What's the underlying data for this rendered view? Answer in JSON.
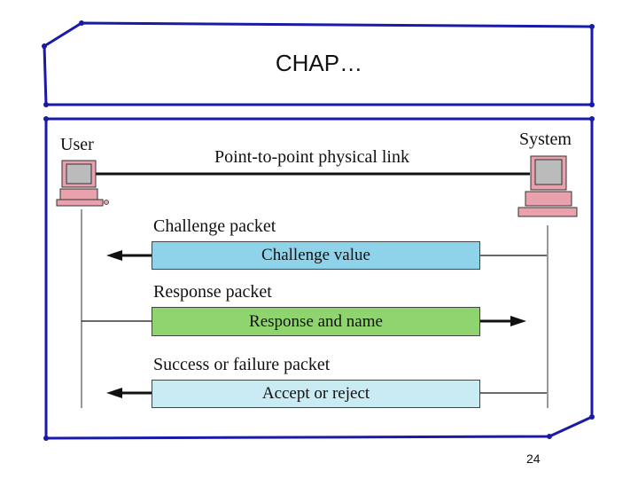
{
  "slide": {
    "title": "CHAP…",
    "page_number": "24"
  },
  "diagram": {
    "user_label": "User",
    "system_label": "System",
    "link_label": "Point-to-point physical link",
    "exchanges": [
      {
        "packet_label": "Challenge packet",
        "content": "Challenge value",
        "direction": "to-user",
        "color": "#8fd3ea"
      },
      {
        "packet_label": "Response packet",
        "content": "Response and name",
        "direction": "to-system",
        "color": "#8fd46e"
      },
      {
        "packet_label": "Success or failure packet",
        "content": "Accept or reject",
        "direction": "to-user",
        "color": "#c8ebf4"
      }
    ]
  },
  "colors": {
    "frame": "#1a1aa8",
    "line": "#111111",
    "computer_pink": "#e9a1ae",
    "screen": "#bbbbbb"
  }
}
